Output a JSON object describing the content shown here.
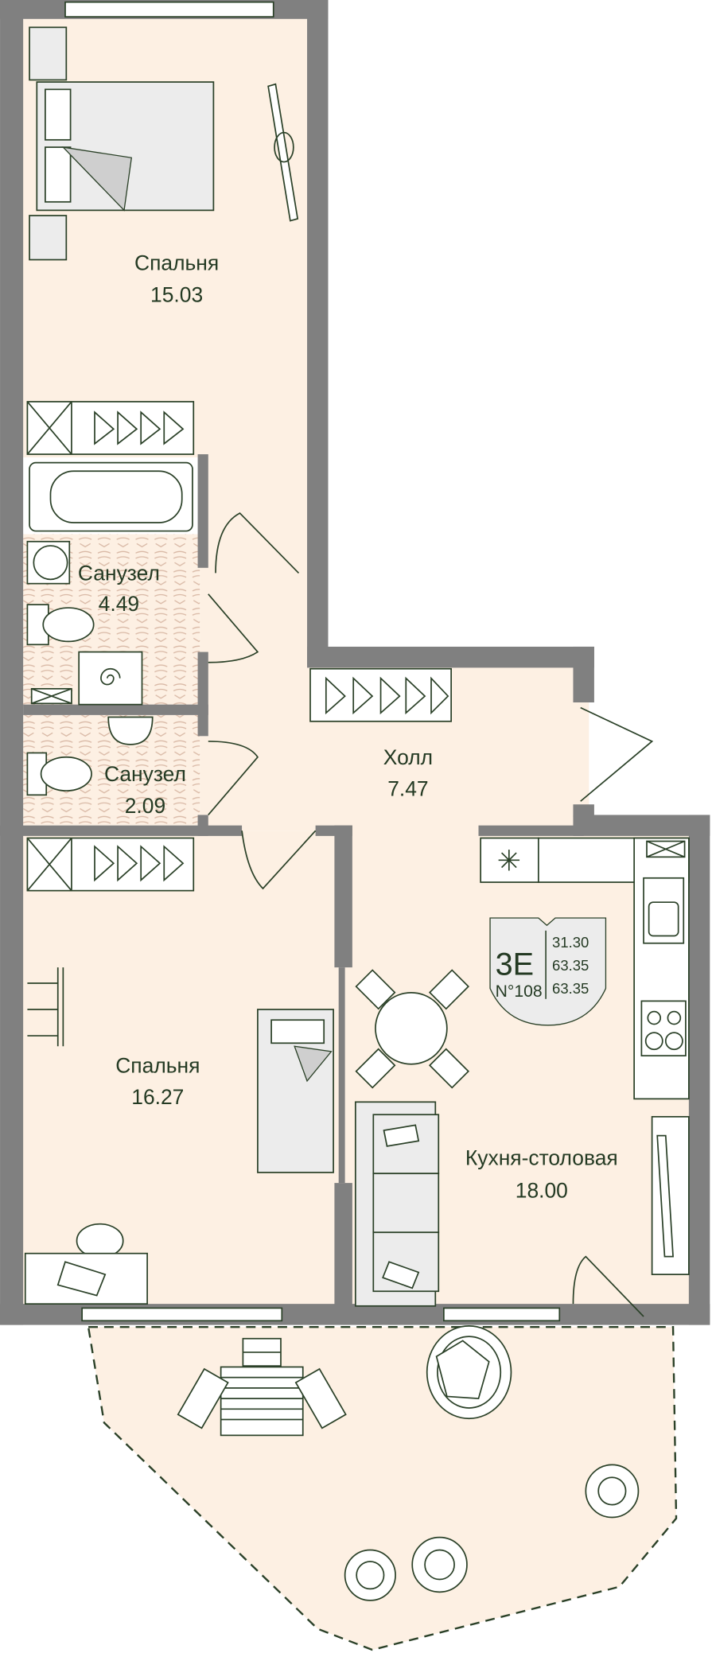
{
  "rooms": {
    "bedroom1": {
      "name": "Спальня",
      "area": "15.03"
    },
    "bathroom1": {
      "name": "Санузел",
      "area": "4.49"
    },
    "bathroom2": {
      "name": "Санузел",
      "area": "2.09"
    },
    "hall": {
      "name": "Холл",
      "area": "7.47"
    },
    "bedroom2": {
      "name": "Спальня",
      "area": "16.27"
    },
    "kitchen": {
      "name": "Кухня-столовая",
      "area": "18.00"
    }
  },
  "badge": {
    "type": "3E",
    "number": "N°108",
    "areas": [
      "31.30",
      "63.35",
      "63.35"
    ]
  },
  "colors": {
    "wall": "#808080",
    "floor": "#fdf0e3",
    "line": "#2b4128"
  }
}
